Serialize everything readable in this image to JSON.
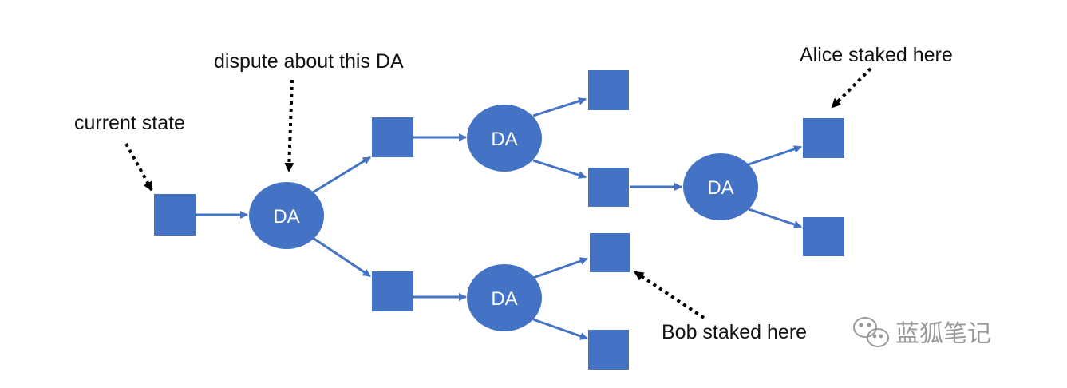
{
  "diagram": {
    "annotations": {
      "current_state": "current state",
      "dispute": "dispute about this DA",
      "alice": "Alice staked here",
      "bob": "Bob staked here"
    },
    "da_nodes": [
      "DA",
      "DA",
      "DA",
      "DA"
    ],
    "watermark": "蓝狐笔记",
    "colors": {
      "node": "#4472c4",
      "edge": "#4472c4",
      "annotation_arrow": "#000000",
      "watermark": "#9a9a9a"
    }
  }
}
